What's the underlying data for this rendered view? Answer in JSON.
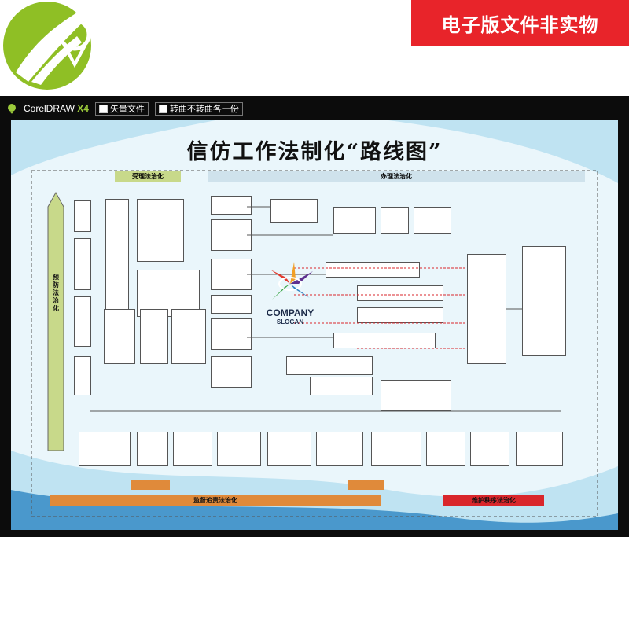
{
  "banner": {
    "text": "电子版文件非实物",
    "color": "#e8242a"
  },
  "toolbar": {
    "app_name": "CorelDRAW",
    "app_version": "X4",
    "badge_1": "矢量文件",
    "badge_2": "转曲不转曲各一份",
    "check_mark": "✓"
  },
  "poster": {
    "title": "信仿工作法制化“路线图”",
    "sections": {
      "accept": "受理法治化",
      "handle": "办理法治化",
      "prevent": "预防法治化",
      "supervise": "监督追责法治化",
      "order": "维护秩序法治化"
    },
    "watermark": {
      "line1": "COMPANY",
      "line2": "SLOGAN"
    }
  },
  "colors": {
    "accept_label": "#c8d98a",
    "handle_label": "#cfe2ec",
    "prevent_arrow": "#c8d98a",
    "supervise_bar": "#e08a3a",
    "order_bar": "#d9262b",
    "border_red_line": "#d9262b",
    "poster_bg": "#eaf6fb"
  }
}
